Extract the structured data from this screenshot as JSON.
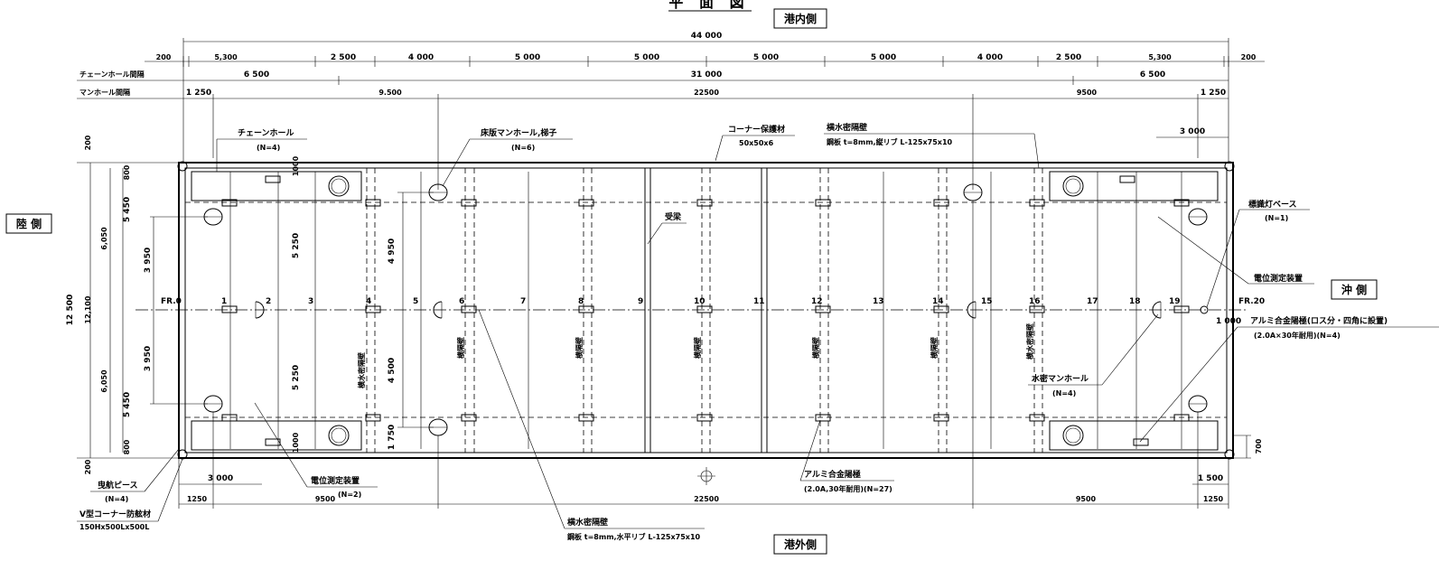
{
  "title": "平 面 図",
  "sides": {
    "harbor_inner": "港内側",
    "harbor_outer": "港外側",
    "land": "陸 側",
    "sea": "沖 側"
  },
  "row_labels": {
    "chain_hole_spacing": "チェーンホール間隔",
    "manhole_spacing": "マンホール間隔"
  },
  "dims_top": {
    "overall": "44 000",
    "segments": [
      "200",
      "5,300",
      "2 500",
      "4 000",
      "5 000",
      "5 000",
      "5 000",
      "5 000",
      "4 000",
      "2 500",
      "5,300",
      "200"
    ],
    "chain": [
      "6 500",
      "31 000",
      "6 500"
    ],
    "manhole": [
      "1 250",
      "9.500",
      "22500",
      "9500",
      "1 250"
    ],
    "right_3000": "3 000"
  },
  "dims_bottom": {
    "left_3000": "3 000",
    "right_1500": "1 500",
    "segments": [
      "1250",
      "9500",
      "22500",
      "9500",
      "1250"
    ]
  },
  "dims_left": {
    "overall": "12 500",
    "inner": "12,100",
    "upper_6050": "6,050",
    "lower_6050": "6,050",
    "d200_top": "200",
    "d200_bottom": "200",
    "d800_top": "800",
    "d800_bottom": "800",
    "d5450_top": "5 450",
    "d5450_bottom": "5 450",
    "d3950_top": "3 950",
    "d3950_bottom": "3 950",
    "d5250_top": "5 250",
    "d5250_bottom": "5 250",
    "d4950": "4 950",
    "d4500": "4 500",
    "d1750": "1 750",
    "d1000_top": "1000",
    "d1000_bottom": "1000"
  },
  "dims_right": {
    "d1000": "1 000",
    "d700": "700"
  },
  "frames": [
    "FR.0",
    "1",
    "2",
    "3",
    "4",
    "5",
    "6",
    "7",
    "8",
    "9",
    "10",
    "11",
    "12",
    "13",
    "14",
    "15",
    "16",
    "17",
    "18",
    "19",
    "FR.20"
  ],
  "annotations": {
    "chain_hole": "チェーンホール",
    "chain_hole_n": "(N=4)",
    "deck_manhole": "床版マンホール,梯子",
    "deck_manhole_n": "(N=6)",
    "corner_protector": "コーナー保護材",
    "corner_protector_size": "50x50x6",
    "long_bulkhead": "横水密隔壁",
    "long_bulkhead_spec": "鋼板 t=8mm,縦リブ L-125x75x10",
    "beam": "受梁",
    "light_base": "標識灯ベース",
    "light_base_n": "(N=1)",
    "potential_device_right": "電位測定装置",
    "anode_right": "アルミ合金陽極(ロス分・四角に設置)",
    "anode_right_spec": "(2.0A×30年耐用)(N=4)",
    "water_manhole": "水密マンホール",
    "water_manhole_n": "(N=4)",
    "bitt_piece": "曳航ピース",
    "bitt_piece_n": "(N=4)",
    "v_corner": "V型コーナー防舷材",
    "v_corner_spec": "150Hx500Lx500L",
    "potential_device_bottom": "電位測定装置",
    "potential_device_bottom_n": "(N=2)",
    "anode_bottom": "アルミ合金陽極",
    "anode_bottom_spec": "(2.0A,30年耐用)(N=27)",
    "trans_bulkhead_bottom": "横水密隔壁",
    "trans_bulkhead_bottom_spec": "鋼板 t=8mm,水平リブ L-125x75x10",
    "vertical_label_bulkhead": "横水密隔壁",
    "vertical_label_partition": "横隔壁"
  }
}
